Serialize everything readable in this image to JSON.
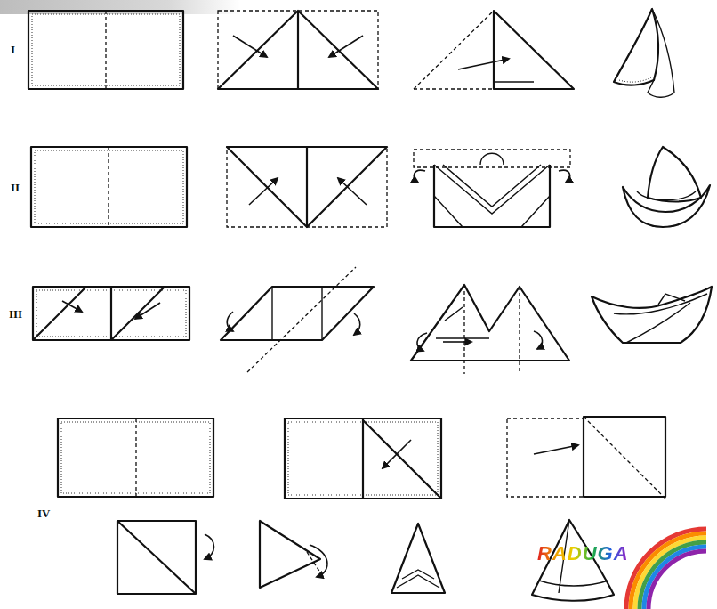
{
  "diagram": {
    "labels": [
      "I",
      "II",
      "III",
      "IV",
      "RADUGA"
    ]
  }
}
